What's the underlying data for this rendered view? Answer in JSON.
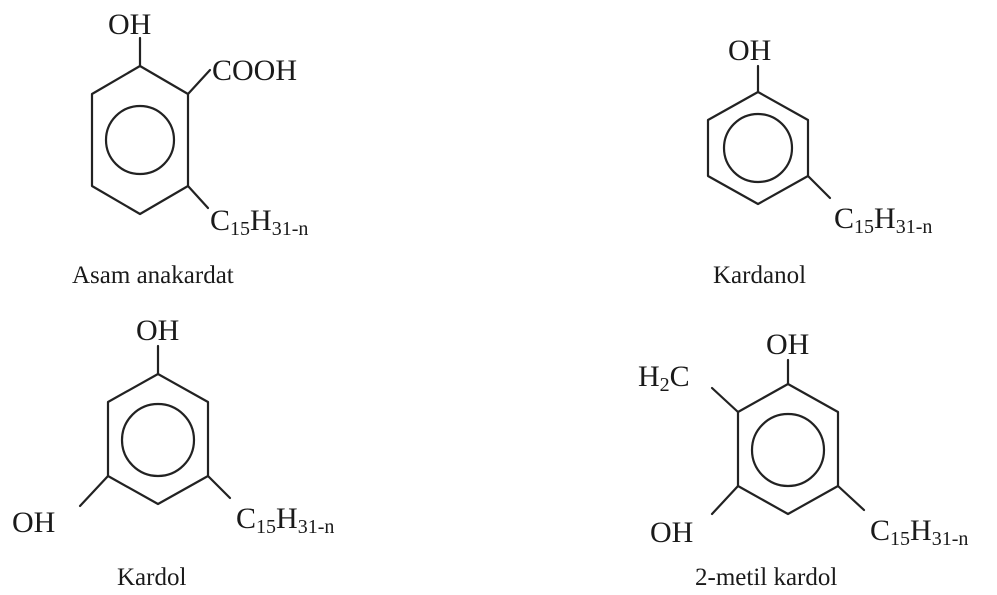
{
  "compounds": [
    {
      "name": "Asam anakardat",
      "groups": {
        "hydroxyl": "OH",
        "carboxyl": "COOH",
        "chain_c": "C",
        "chain_c_sub": "15",
        "chain_h": "H",
        "chain_h_sub": "31-n"
      }
    },
    {
      "name": "Kardanol",
      "groups": {
        "hydroxyl": "OH",
        "chain_c": "C",
        "chain_c_sub": "15",
        "chain_h": "H",
        "chain_h_sub": "31-n"
      }
    },
    {
      "name": "Kardol",
      "groups": {
        "hydroxyl_top": "OH",
        "hydroxyl_bottom": "OH",
        "chain_c": "C",
        "chain_c_sub": "15",
        "chain_h": "H",
        "chain_h_sub": "31-n"
      }
    },
    {
      "name": "2-metil kardol",
      "groups": {
        "methyl_h": "H",
        "methyl_h_sub": "2",
        "methyl_c": "C",
        "hydroxyl_top": "OH",
        "hydroxyl_bottom": "OH",
        "chain_c": "C",
        "chain_c_sub": "15",
        "chain_h": "H",
        "chain_h_sub": "31-n"
      }
    }
  ]
}
